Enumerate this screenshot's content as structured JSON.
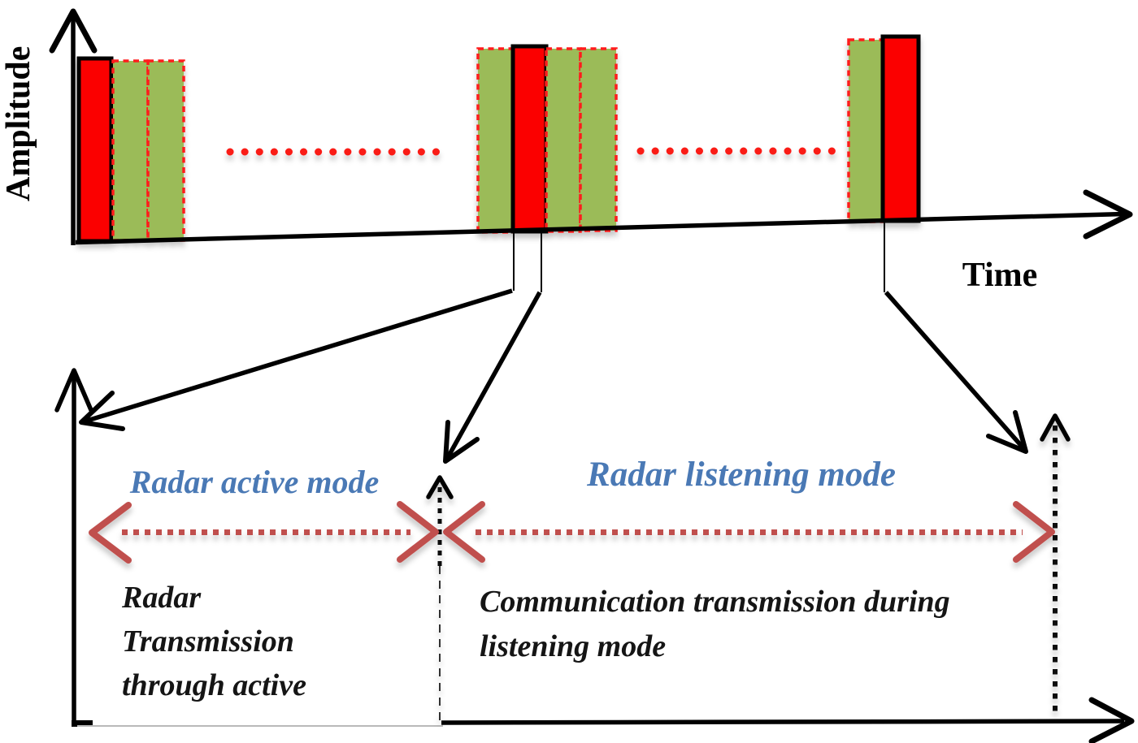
{
  "colors": {
    "radar_pulse": "#FB0200",
    "comm_pulse": "#9BBB59",
    "pulse_outline": "#000000",
    "comm_outline": "#FF1F1F",
    "ellipsis_dots": "#FA1A17",
    "span_arrow": "#C0504D",
    "mode_label_blue": "#4A79B5",
    "annotation_black": "#151515"
  },
  "labels": {
    "amplitude": "Amplitude",
    "time": "Time",
    "active_mode": "Radar active mode",
    "listening_mode": "Radar listening mode"
  },
  "notes": {
    "radar_transmission": [
      "Radar",
      "Transmission",
      "through active"
    ],
    "communication": [
      "Communication transmission during",
      "listening mode"
    ]
  },
  "pulse_groups": [
    {
      "bars": [
        "radar",
        "comm",
        "comm"
      ]
    },
    {
      "bars": [
        "comm",
        "radar",
        "comm",
        "comm"
      ]
    },
    {
      "bars": [
        "comm",
        "radar"
      ]
    }
  ]
}
